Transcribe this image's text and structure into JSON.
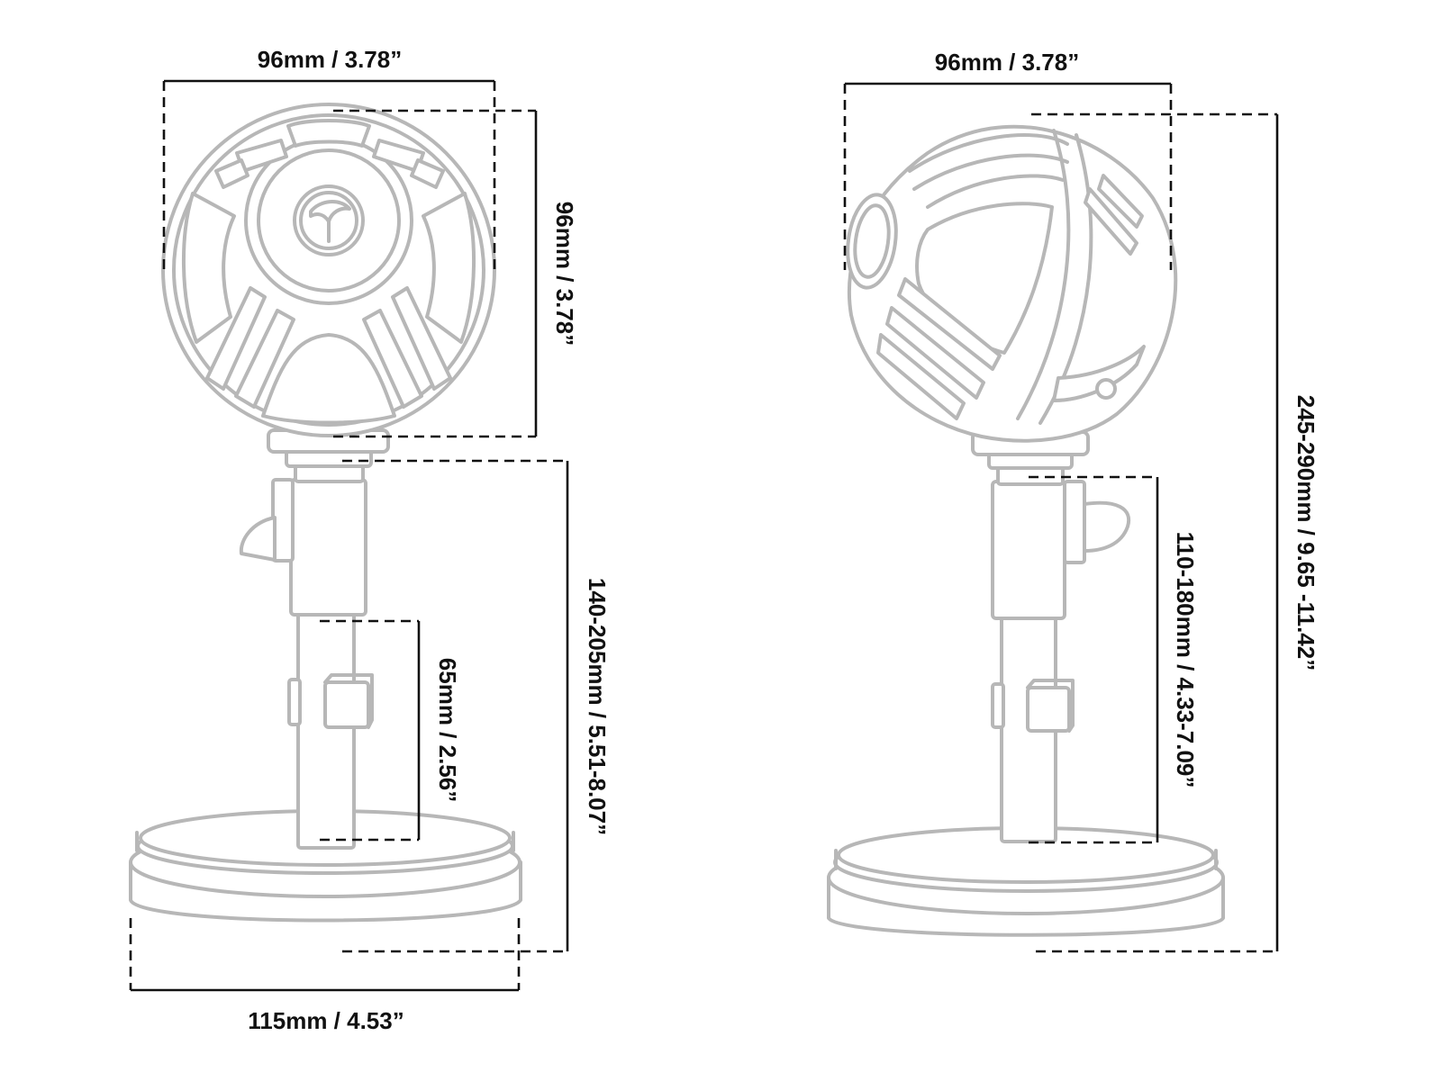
{
  "front_view": {
    "head_width": "96mm / 3.78”",
    "head_height": "96mm / 3.78”",
    "total_stand_height": "140-205mm / 5.51-8.07”",
    "lower_tube": "65mm / 2.56”",
    "base_diameter": "115mm / 4.53”"
  },
  "side_view": {
    "head_width": "96mm / 3.78”",
    "total_height": "245-290mm / 9.65 -11.42”",
    "stand_extension": "110-180mm / 4.33-7.09”"
  },
  "colors": {
    "outline": "#b7b7b7",
    "dimension": "#111111",
    "background": "#ffffff"
  },
  "icons": [
    "front-microphone-drawing",
    "side-microphone-drawing",
    "logo-emblem-icon"
  ]
}
